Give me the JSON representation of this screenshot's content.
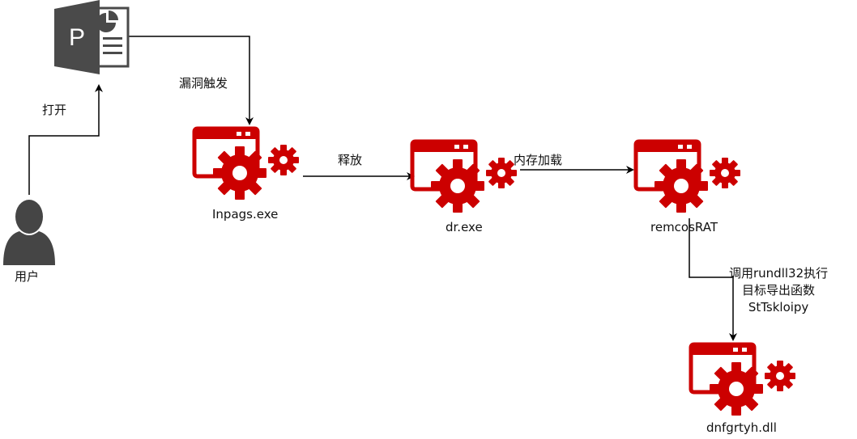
{
  "nodes": {
    "user": {
      "label": "用户",
      "icon": "user-icon"
    },
    "document": {
      "label": "",
      "icon": "powerpoint-icon"
    },
    "inpags": {
      "label": "Inpags.exe",
      "icon": "gear-app-icon"
    },
    "dr": {
      "label": "dr.exe",
      "icon": "gear-app-icon"
    },
    "remcos": {
      "label": "remcosRAT",
      "icon": "gear-app-icon"
    },
    "dll": {
      "label": "dnfgrtyh.dll",
      "icon": "gear-app-icon"
    }
  },
  "edges": {
    "open": {
      "label": "打开"
    },
    "trigger": {
      "label": "漏洞触发"
    },
    "release": {
      "label": "释放"
    },
    "memload": {
      "label": "内存加载"
    },
    "call": {
      "lines": [
        "调用rundll32执行",
        "目标导出函数",
        "StTskloipy"
      ]
    }
  },
  "colors": {
    "accent": "#cc0000",
    "ppt_gray": "#4a4a4a",
    "user_gray": "#454545",
    "line": "#000000"
  }
}
